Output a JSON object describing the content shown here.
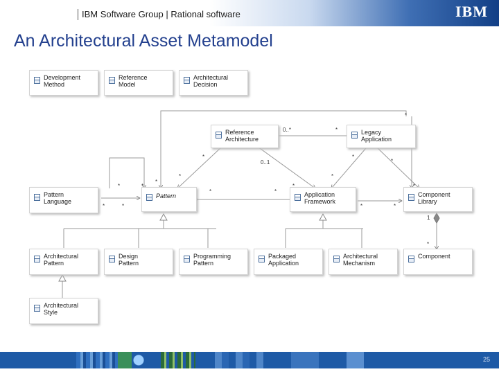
{
  "header": {
    "brand": "IBM Software Group | Rational software",
    "logo": "IBM"
  },
  "slide": {
    "title": "An Architectural Asset Metamodel",
    "page_number": "25"
  },
  "classes": {
    "development_method": "Development\nMethod",
    "reference_model": "Reference\nModel",
    "architectural_decision": "Architectural\nDecision",
    "reference_architecture": "Reference\nArchitecture",
    "legacy_application": "Legacy\nApplication",
    "pattern_language": "Pattern\nLanguage",
    "pattern": "Pattern",
    "application_framework": "Application\nFramework",
    "component_library": "Component\nLibrary",
    "architectural_pattern": "Architectural\nPattern",
    "design_pattern": "Design\nPattern",
    "programming_pattern": "Programming\nPattern",
    "packaged_application": "Packaged\nApplication",
    "architectural_mechanism": "Architectural\nMechanism",
    "component": "Component",
    "architectural_style": "Architectural\nStyle"
  },
  "multiplicities": {
    "ref_arch_legacy": "0..*",
    "ref_arch_pattern": "0..1",
    "star": "*",
    "one": "1"
  },
  "colors": {
    "title": "#23408e",
    "footer": "#1e5aa6",
    "class_icon": "#4b6f9c"
  }
}
